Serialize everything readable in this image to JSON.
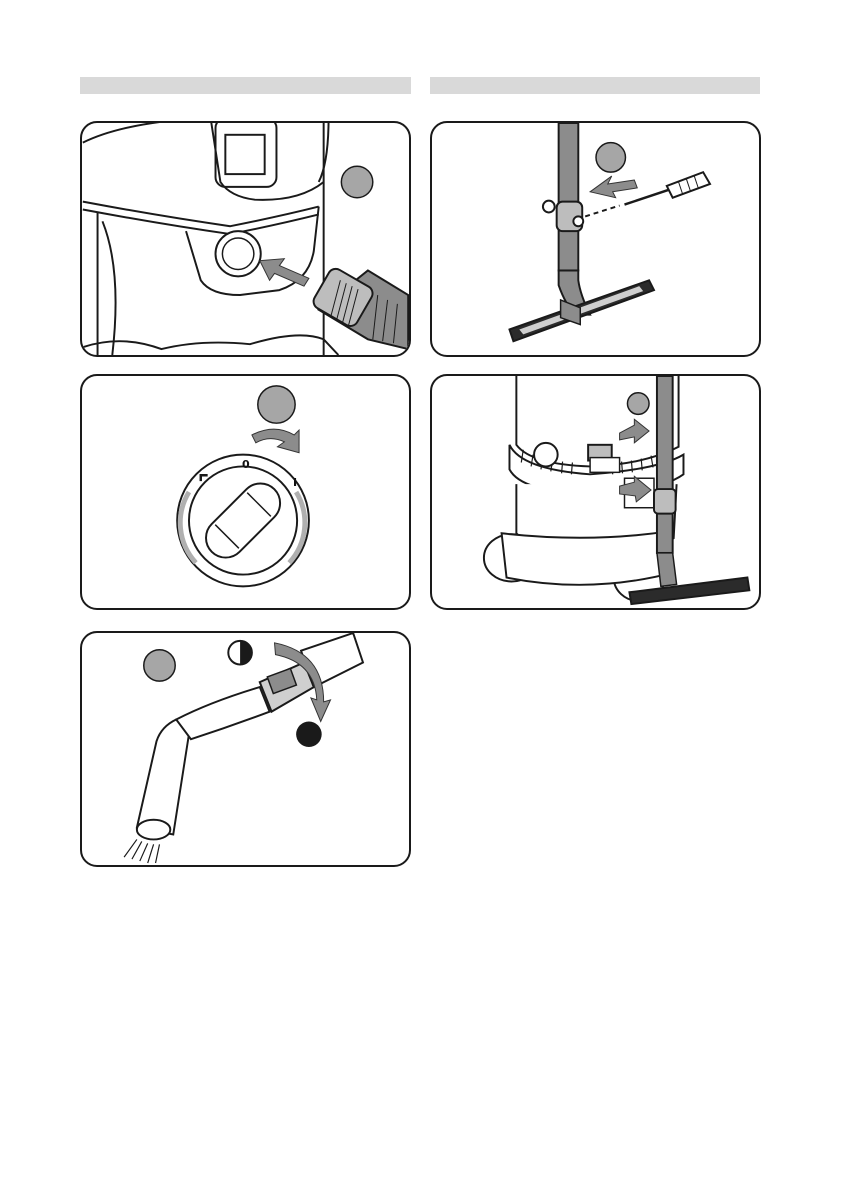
{
  "page": {
    "sections": [
      {
        "id": "left",
        "header": ""
      },
      {
        "id": "right",
        "header": ""
      }
    ],
    "dial": {
      "zero_label": "0",
      "one_label": "I"
    }
  },
  "colors": {
    "header_bar": "#d9d9d9",
    "step_circle": "#a6a6a6",
    "arrow": "#8c8c8c",
    "outline": "#1a1a1a",
    "dial_ring": "#b0b0b0"
  },
  "icons": [
    "step-circle-icon",
    "arrow-icon",
    "screwdriver-icon",
    "rotate-arrow-icon",
    "half-moon-icon",
    "filled-circle-icon"
  ]
}
